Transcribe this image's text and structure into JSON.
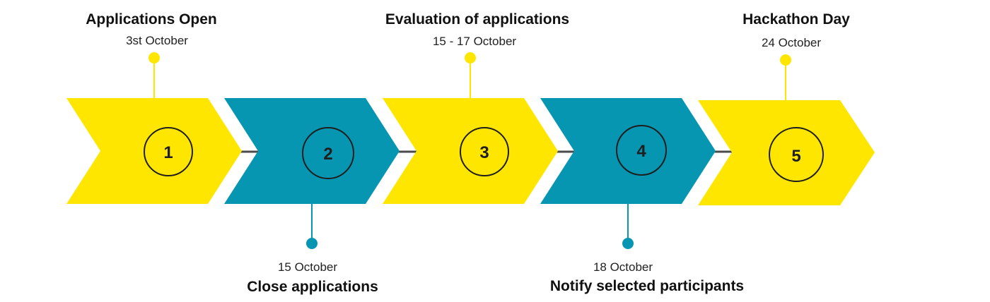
{
  "colors": {
    "yellow": "#FFE600",
    "teal": "#0796B2",
    "text": "#111111",
    "connector": "#4A4A4A"
  },
  "steps": [
    {
      "number": "1",
      "title": "Applications Open",
      "date": "3st October",
      "color": "#FFE600",
      "label_position": "top"
    },
    {
      "number": "2",
      "title": "Close applications",
      "date": "15 October",
      "color": "#0796B2",
      "label_position": "bottom"
    },
    {
      "number": "3",
      "title": "Evaluation of applications",
      "date": "15 - 17 October",
      "color": "#FFE600",
      "label_position": "top"
    },
    {
      "number": "4",
      "title": "Notify selected participants",
      "date": "18 October",
      "color": "#0796B2",
      "label_position": "bottom"
    },
    {
      "number": "5",
      "title": "Hackathon Day",
      "date": "24 October",
      "color": "#FFE600",
      "label_position": "top"
    }
  ]
}
